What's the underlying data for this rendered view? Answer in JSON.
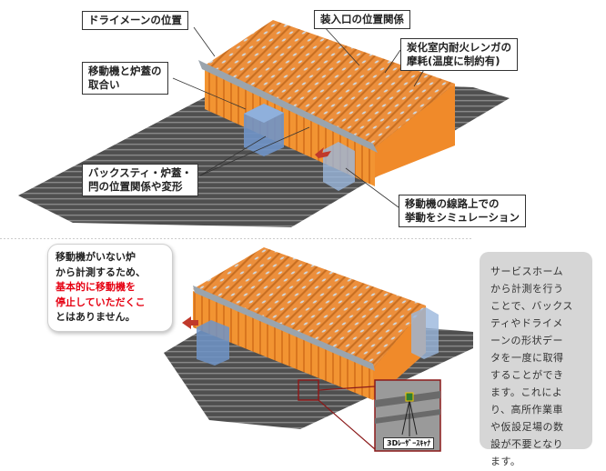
{
  "top": {
    "callouts": {
      "dryer": "ドライメーンの位置",
      "inlet": "装入口の位置関係",
      "brick_line1": "炭化室内耐火レンガの",
      "brick_line2": "摩耗(温度に制約有)",
      "machine_line1": "移動機と炉蓋の",
      "machine_line2": "取合い",
      "backstay_line1": "バックスティ・炉蓋・",
      "backstay_line2": "閂の位置関係や変形",
      "sim_line1": "移動機の線路上での",
      "sim_line2": "挙動をシミュレーション"
    }
  },
  "bottom": {
    "bubble": {
      "line1": "移動機がいない炉",
      "line2": "から計測するため、",
      "red_line1": "基本的に移動機を",
      "red_line2": "停止していただくこ",
      "line5": "とはありません。"
    },
    "scanner_label": "3Dﾚｰｻﾞｰｽｷｬﾅ",
    "panel_lines": [
      "サービスホーム",
      "から計測を行う",
      "ことで、バックス",
      "ティやドライメ",
      "ーンの形状デー",
      "タを一度に取得",
      "することができ",
      "ます。これによ",
      "り、高所作業車",
      "や仮設足場の数",
      "設が不要となり",
      "ます。"
    ]
  },
  "colors": {
    "oven_front": "#f08a2a",
    "oven_top": "#e89040",
    "rail": "#5a5a5a",
    "machine": "#6f94c8",
    "accent_red": "#e60012"
  }
}
